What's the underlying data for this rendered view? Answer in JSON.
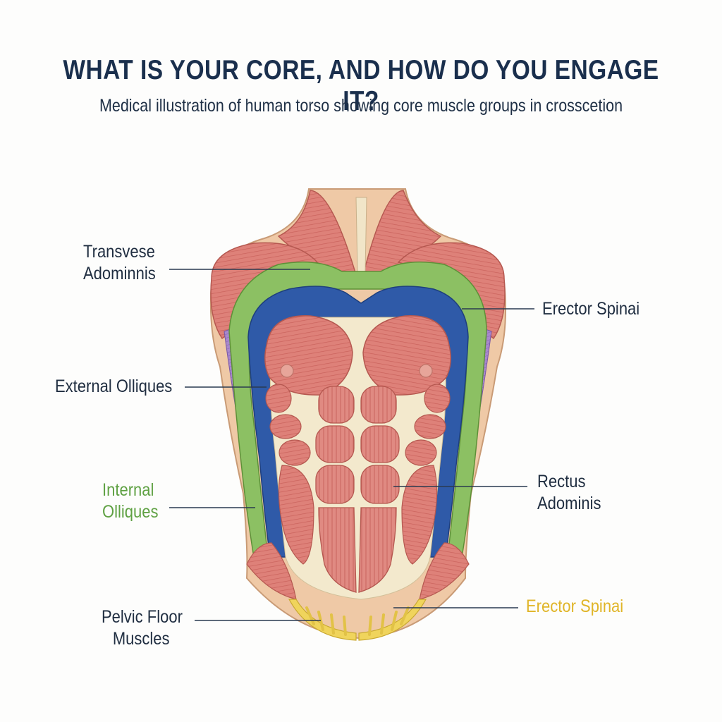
{
  "header": {
    "title": "WHAT IS YOUR CORE, AND HOW DO YOU ENGAGE IT?",
    "subtitle": "Medical illustration of human torso showing core muscle groups in crosscetion"
  },
  "labels": {
    "transverse": {
      "line1": "Transvese",
      "line2": "Adominnis"
    },
    "external_obliques": {
      "line1": "External Olliques"
    },
    "internal_obliques": {
      "line1": "Internal",
      "line2": "Olliques"
    },
    "pelvic_floor": {
      "line1": "Pelvic Floor",
      "line2": "Muscles"
    },
    "erector_upper": {
      "line1": "Erector Spinai"
    },
    "rectus": {
      "line1": "Rectus",
      "line2": "Adominis"
    },
    "erector_lower": {
      "line1": "Erector Spinai"
    }
  },
  "colors": {
    "title": "#1a2f4d",
    "muscle": "#dd7f78",
    "transverse_green": "#8cc063",
    "deep_blue": "#2f5aa8",
    "oblique_purple": "#9b7cc2",
    "pelvic_yellow": "#f0d45c",
    "skin": "#efc9a6",
    "label_green": "#5fa143",
    "label_yellow": "#e0b528"
  }
}
